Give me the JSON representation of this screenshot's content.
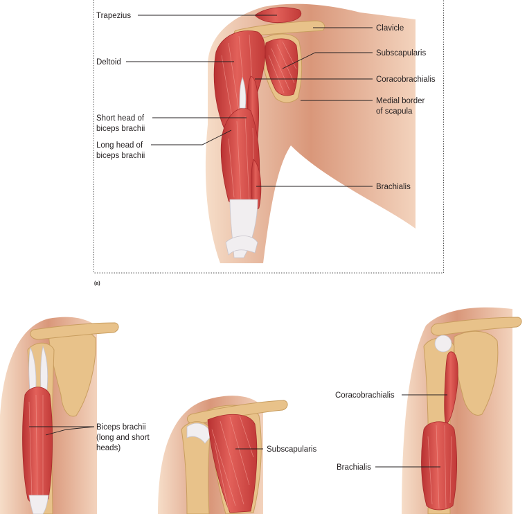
{
  "panel_a": {
    "letter": "(a)",
    "labels": {
      "trapezius": "Trapezius",
      "clavicle": "Clavicle",
      "deltoid": "Deltoid",
      "subscapularis": "Subscapularis",
      "coracobrachialis": "Coracobrachialis",
      "medial_border_1": "Medial border",
      "medial_border_2": "of scapula",
      "short_head_1": "Short head of",
      "short_head_2": "biceps brachii",
      "long_head_1": "Long head of",
      "long_head_2": "biceps brachii",
      "brachialis": "Brachialis"
    }
  },
  "panel_b": {
    "biceps_1": "Biceps brachii",
    "biceps_2": "(long and short",
    "biceps_3": "heads)"
  },
  "panel_c": {
    "subscapularis": "Subscapularis"
  },
  "panel_d": {
    "coracobrachialis": "Coracobrachialis",
    "brachialis": "Brachialis"
  }
}
